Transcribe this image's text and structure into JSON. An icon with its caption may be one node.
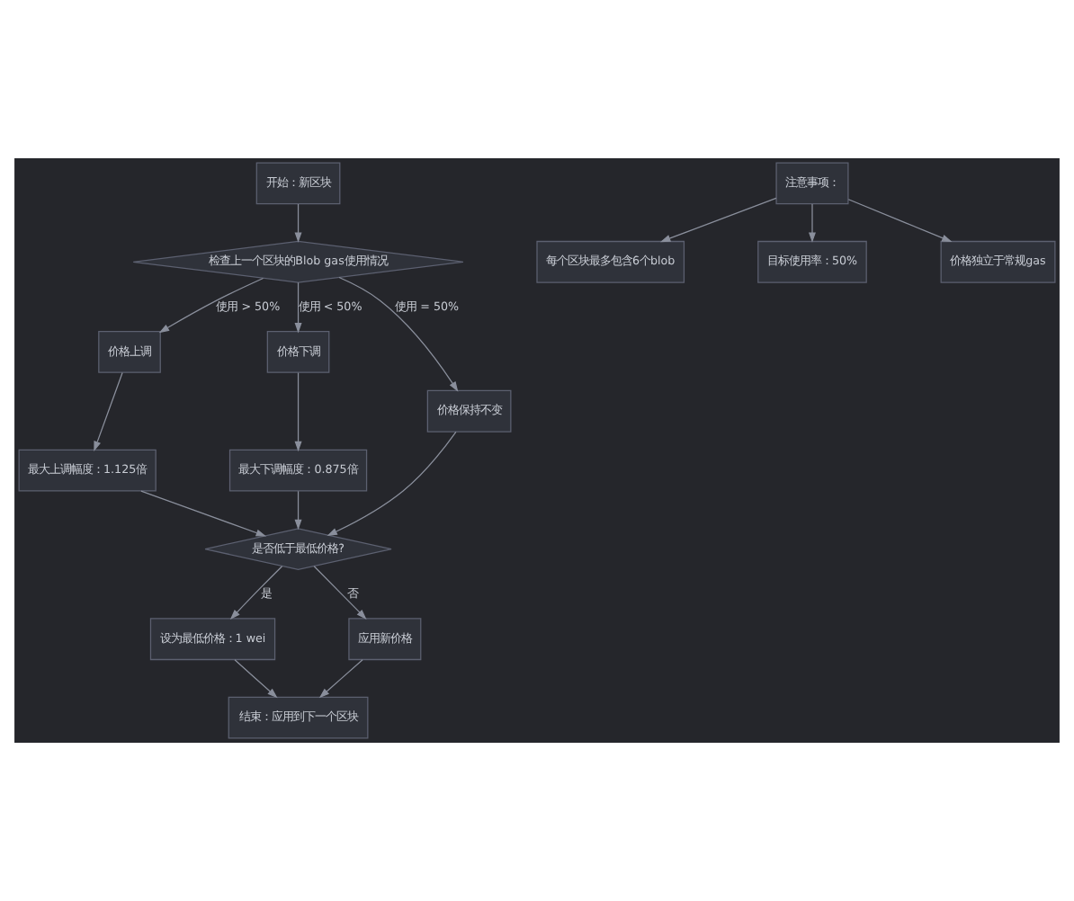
{
  "diagram": {
    "nodes": [
      {
        "text": [
          "开始：新区块"
        ]
      },
      {
        "text": [
          "检查上一个区块的Blob gas使用情况"
        ]
      },
      {
        "text": [
          "价格上调"
        ]
      },
      {
        "text": [
          "价格下调"
        ]
      },
      {
        "text": [
          "价格保持不变"
        ]
      },
      {
        "text": [
          "最大上调幅度：1.125倍"
        ]
      },
      {
        "text": [
          "最大下调幅度：0.875倍"
        ]
      },
      {
        "text": [
          "是否低于最低价格?"
        ]
      },
      {
        "text": [
          "设为最低价格：1 wei"
        ]
      },
      {
        "text": [
          "应用新价格"
        ]
      },
      {
        "text": [
          "结束：应用到下一个区块"
        ]
      },
      {
        "text": [
          "注意事项："
        ]
      },
      {
        "text": [
          "每个区块最多包含6个blob"
        ]
      },
      {
        "text": [
          "目标使用率：50%"
        ]
      },
      {
        "text": [
          "价格独立于常规gas"
        ]
      }
    ],
    "edges": [
      {
        "from": 0,
        "to": 1,
        "arrow": "to"
      },
      {
        "from": 1,
        "to": 2,
        "arrow": "to",
        "label": "使用 > 50%"
      },
      {
        "from": 1,
        "to": 3,
        "arrow": "to",
        "label": "使用 < 50%"
      },
      {
        "from": 1,
        "to": 4,
        "arrow": "to",
        "label": "使用 = 50%"
      },
      {
        "from": 2,
        "to": 5,
        "arrow": "to"
      },
      {
        "from": 3,
        "to": 6,
        "arrow": "to"
      },
      {
        "from": 5,
        "to": 7,
        "arrow": "to"
      },
      {
        "from": 6,
        "to": 7,
        "arrow": "to"
      },
      {
        "from": 4,
        "to": 7,
        "arrow": "to"
      },
      {
        "from": 7,
        "to": 8,
        "arrow": "to",
        "label": "是"
      },
      {
        "from": 7,
        "to": 9,
        "arrow": "to",
        "label": "否"
      },
      {
        "from": 8,
        "to": 10,
        "arrow": "to"
      },
      {
        "from": 9,
        "to": 10,
        "arrow": "to"
      },
      {
        "from": 11,
        "to": 12,
        "arrow": "to"
      },
      {
        "from": 11,
        "to": 13,
        "arrow": "to"
      },
      {
        "from": 11,
        "to": 14,
        "arrow": "to"
      }
    ]
  }
}
